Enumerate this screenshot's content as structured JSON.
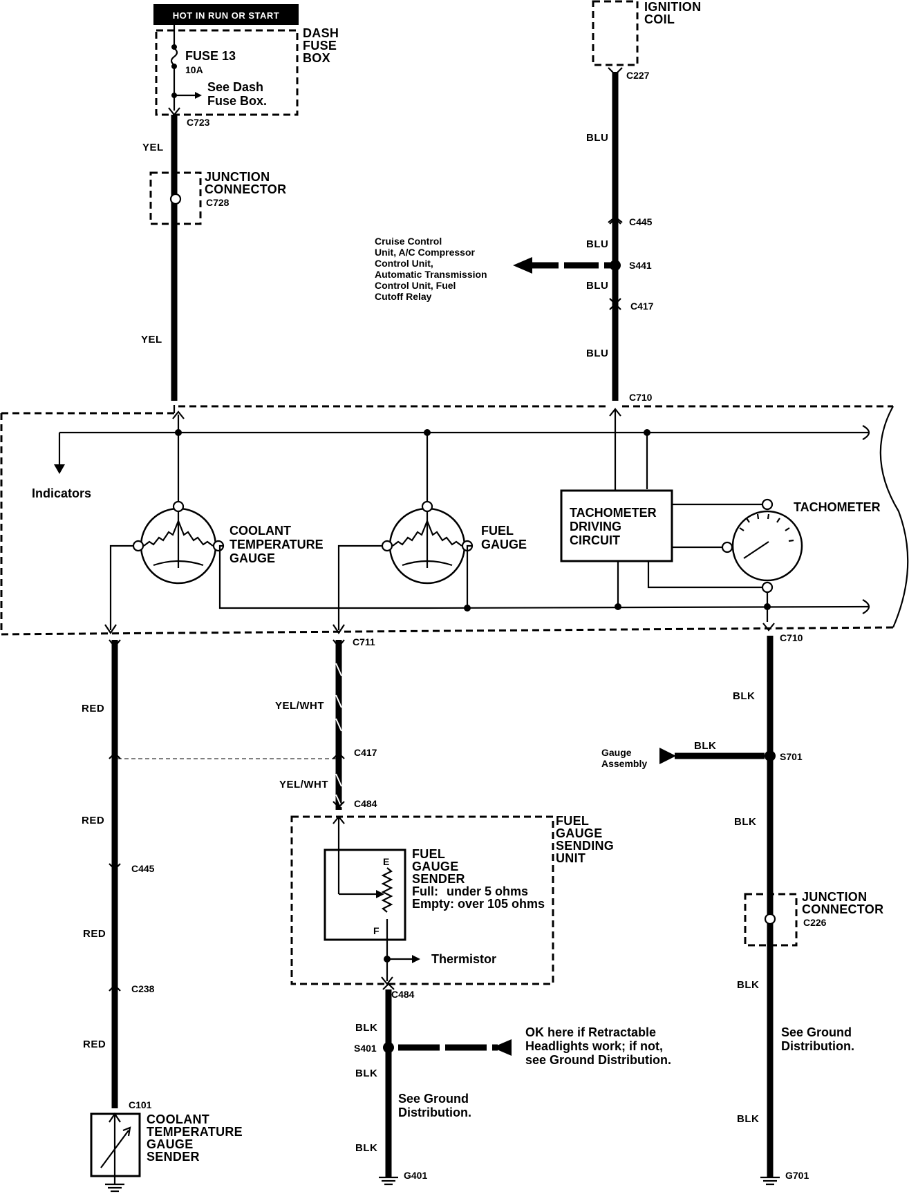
{
  "header": {
    "hot_label": "HOT IN RUN OR START"
  },
  "fuse_box": {
    "title": [
      "DASH",
      "FUSE",
      "BOX"
    ],
    "fuse_name": "FUSE 13",
    "fuse_rating": "10A",
    "note": [
      "See Dash",
      "Fuse Box."
    ]
  },
  "ignition": {
    "title": [
      "IGNITION",
      "COIL"
    ]
  },
  "junction_top": {
    "title": [
      "JUNCTION",
      "CONNECTOR"
    ],
    "code": "C728"
  },
  "junction_right": {
    "title": [
      "JUNCTION",
      "CONNECTOR"
    ],
    "code": "C226"
  },
  "connectors": {
    "c723": "C723",
    "c227": "C227",
    "c445_top": "C445",
    "s441": "S441",
    "c417_top": "C417",
    "c710_top": "C710",
    "c711": "C711",
    "c710_bot": "C710",
    "c417_mid": "C417",
    "c484_top": "C484",
    "c445_left": "C445",
    "c238": "C238",
    "c101": "C101",
    "s701": "S701",
    "c484_bot": "C484",
    "s401": "S401",
    "g401": "G401",
    "g701": "G701"
  },
  "wires": {
    "yel_1": "YEL",
    "yel_2": "YEL",
    "blu_1": "BLU",
    "blu_2": "BLU",
    "blu_3": "BLU",
    "blu_4": "BLU",
    "red_1": "RED",
    "red_2": "RED",
    "red_3": "RED",
    "red_4": "RED",
    "yelwht_1": "YEL/WHT",
    "yelwht_2": "YEL/WHT",
    "blk_1": "BLK",
    "blk_2": "BLK",
    "blk_3": "BLK",
    "blk_4": "BLK",
    "blk_5": "BLK",
    "blk_6": "BLK",
    "blk_7": "BLK",
    "blk_8": "BLK"
  },
  "cruise_note": [
    "Cruise Control",
    "Unit, A/C Compressor",
    "Control Unit,",
    "Automatic Transmission",
    "Control Unit, Fuel",
    "Cutoff Relay"
  ],
  "cluster": {
    "indicators": "Indicators",
    "coolant_gauge": [
      "COOLANT",
      "TEMPERATURE",
      "GAUGE"
    ],
    "fuel_gauge": [
      "FUEL",
      "GAUGE"
    ],
    "tach_circuit": [
      "TACHOMETER",
      "DRIVING",
      "CIRCUIT"
    ],
    "tachometer": "TACHOMETER"
  },
  "sending_unit": {
    "title": [
      "FUEL",
      "GAUGE",
      "SENDING",
      "UNIT"
    ],
    "sender_title": [
      "FUEL",
      "GAUGE",
      "SENDER"
    ],
    "full_label": "Full:",
    "full_value": "under 5 ohms",
    "empty_label": "Empty:",
    "empty_value": "over 105 ohms",
    "thermistor": "Thermistor",
    "e_mark": "E",
    "f_mark": "F"
  },
  "gauge_assembly": [
    "Gauge",
    "Assembly"
  ],
  "headlights_note": [
    "OK here if Retractable",
    "Headlights work; if not,",
    "see Ground Distribution."
  ],
  "see_ground_1": [
    "See Ground",
    "Distribution."
  ],
  "see_ground_2": [
    "See Ground",
    "Distribution."
  ],
  "coolant_sender": [
    "COOLANT",
    "TEMPERATURE",
    "GAUGE",
    "SENDER"
  ]
}
